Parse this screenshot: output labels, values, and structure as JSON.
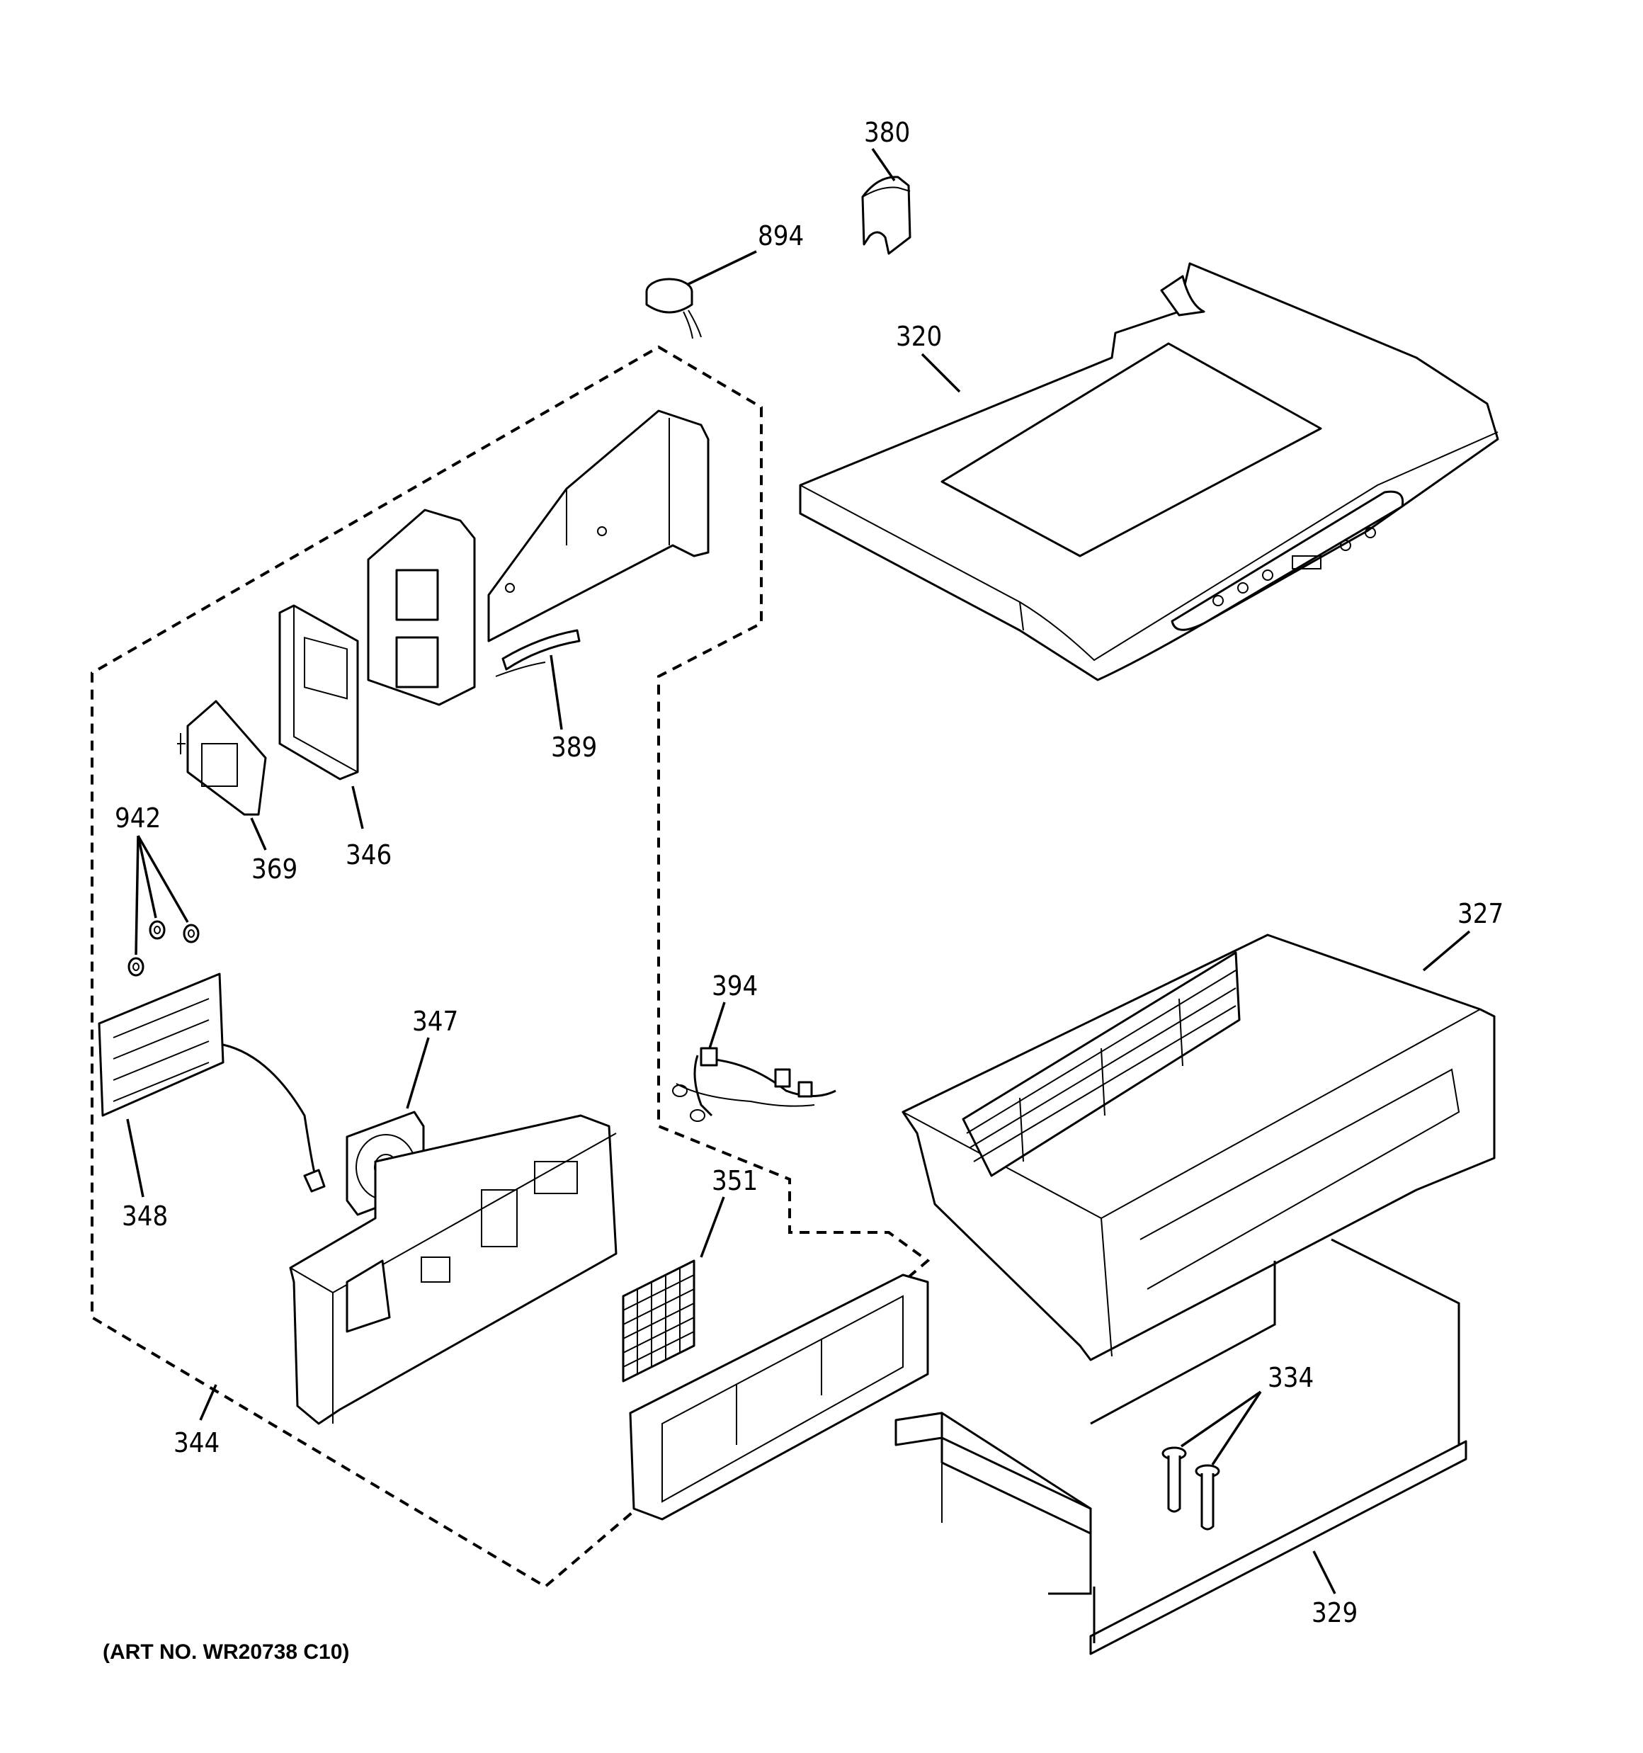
{
  "callouts": {
    "p380": "380",
    "p894": "894",
    "p320": "320",
    "p389": "389",
    "p346": "346",
    "p369": "369",
    "p942": "942",
    "p347": "347",
    "p348": "348",
    "p344": "344",
    "p394": "394",
    "p351": "351",
    "p327": "327",
    "p334": "334",
    "p329": "329"
  },
  "art_number": "(ART NO. WR20738 C10)"
}
